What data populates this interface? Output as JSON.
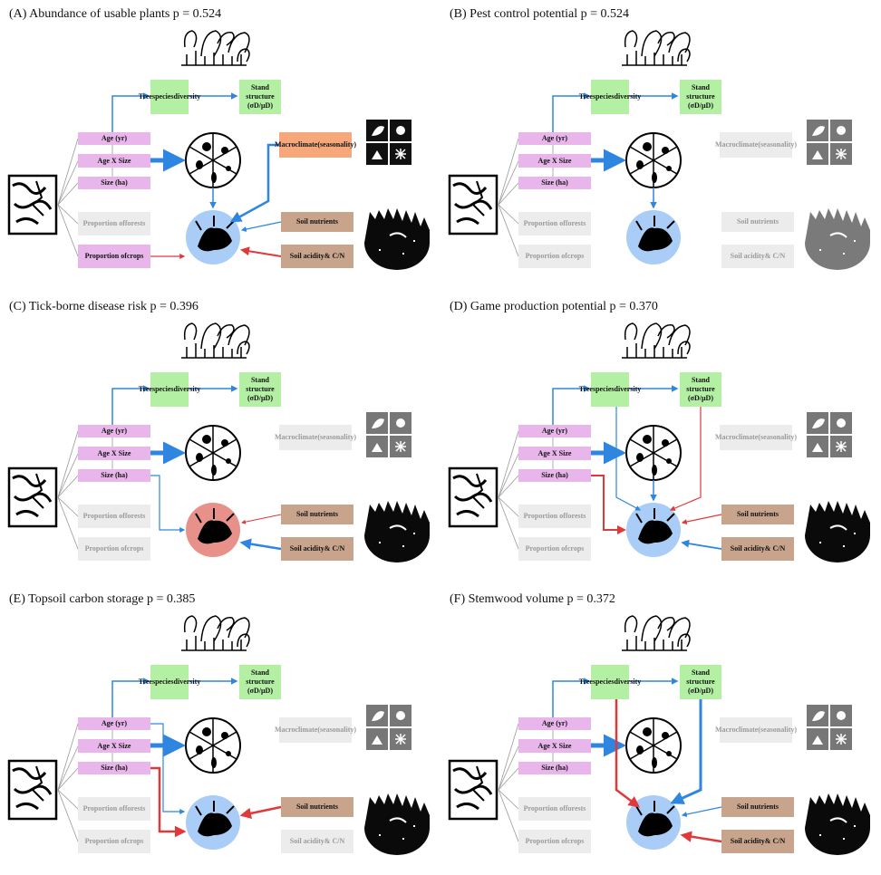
{
  "panels": [
    {
      "id": "A",
      "title": "(A) Abundance of usable plants p = 0.524",
      "macroclimate_active": true,
      "soil_nutrients_active": true,
      "soil_acidity_active": true,
      "target_color": "#a9cdf6",
      "target_icon": "plant-stump-icon"
    },
    {
      "id": "B",
      "title": "(B) Pest control potential p = 0.524",
      "macroclimate_active": false,
      "soil_nutrients_active": false,
      "soil_acidity_active": false,
      "target_color": "#a9cdf6",
      "target_icon": "beetle-icon"
    },
    {
      "id": "C",
      "title": "(C) Tick-borne disease risk p = 0.396",
      "macroclimate_active": false,
      "soil_nutrients_active": true,
      "soil_acidity_active": true,
      "target_color": "#e8918b",
      "target_icon": "tick-biohazard-icon"
    },
    {
      "id": "D",
      "title": "(D) Game production potential p = 0.370",
      "macroclimate_active": false,
      "soil_nutrients_active": true,
      "soil_acidity_active": true,
      "target_color": "#a9cdf6",
      "target_icon": "hunter-icon"
    },
    {
      "id": "E",
      "title": "(E) Topsoil carbon storage p = 0.385",
      "macroclimate_active": false,
      "soil_nutrients_active": true,
      "soil_acidity_active": false,
      "target_color": "#a9cdf6",
      "target_icon": "soil-carbon-icon"
    },
    {
      "id": "F",
      "title": "(F) Stemwood volume p = 0.372",
      "macroclimate_active": false,
      "soil_nutrients_active": true,
      "soil_acidity_active": true,
      "target_color": "#a9cdf6",
      "target_icon": "logs-icon"
    }
  ],
  "labels": {
    "tree_species_1": "Tree",
    "tree_species_2": "species",
    "tree_species_3": "diversity",
    "stand_structure_1": "Stand",
    "stand_structure_2": "structure",
    "stand_structure_3": "(σ",
    "stand_structure_3b": "D",
    "stand_structure_3c": "/μ",
    "stand_structure_3d": "D",
    "stand_structure_3e": ")",
    "age": "Age (yr)",
    "age_x_size": "Age X Size",
    "size": "Size (ha)",
    "prop_forests_1": "Proportion of",
    "prop_forests_2": "forests",
    "prop_crops_1": "Proportion of",
    "prop_crops_2": "crops",
    "macroclimate_1": "Macroclimate",
    "macroclimate_2": "(seasonality)",
    "soil_nutrients": "Soil nutrients",
    "soil_acidity_1": "Soil acidity",
    "soil_acidity_2": "& C/N"
  },
  "colors": {
    "blue_arrow": "#2f86e0",
    "red_arrow": "#e0393a",
    "green_box": "#b3f0a3",
    "pink_box": "#e8b6ea",
    "grey_box": "#ececec",
    "brown_box": "#c8a48c",
    "orange_box": "#f6a87a"
  }
}
